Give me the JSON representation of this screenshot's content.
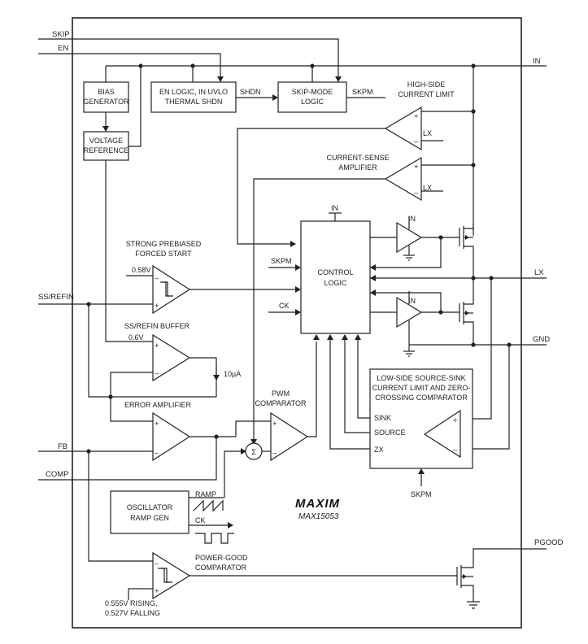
{
  "pins": {
    "skip": "SKIP",
    "en": "EN",
    "in": "IN",
    "ss_refin": "SS/REFIN",
    "lx": "LX",
    "gnd": "GND",
    "fb": "FB",
    "comp": "COMP",
    "pgood": "PGOOD"
  },
  "blocks": {
    "bias": [
      "BIAS",
      "GENERATOR"
    ],
    "vref": [
      "VOLTAGE",
      "REFERENCE"
    ],
    "en_logic": [
      "EN LOGIC, IN UVLO",
      "THERMAL SHDN"
    ],
    "skip_mode": [
      "SKIP-MODE",
      "LOGIC"
    ],
    "control": [
      "CONTROL",
      "LOGIC"
    ],
    "oscillator": [
      "OSCILLATOR",
      "RAMP GEN"
    ],
    "low_side": [
      "LOW-SIDE SOURCE-SINK",
      "CURRENT LIMIT AND ZERO-",
      "CROSSING COMPARATOR"
    ]
  },
  "labels": {
    "shdn": "SHDN",
    "skpm_out": "SKPM",
    "high_side": [
      "HIGH-SIDE",
      "CURRENT LIMIT"
    ],
    "lx_a": "LX",
    "current_sense": [
      "CURRENT-SENSE",
      "AMPLIFIER"
    ],
    "lx_b": "LX",
    "ctrl_in": "IN",
    "drv_in_a": "IN",
    "drv_in_b": "IN",
    "prebias": [
      "STRONG PREBIASED",
      "FORCED START"
    ],
    "v058": "0.58V",
    "skpm_ctrl": "SKPM",
    "ck_ctrl": "CK",
    "ss_buffer": "SS/REFIN BUFFER",
    "v06": "0.6V",
    "i10": "10µA",
    "error_amp": "ERROR AMPLIFIER",
    "pwm": [
      "PWM",
      "COMPARATOR"
    ],
    "sink": "SINK",
    "source": "SOURCE",
    "zx": "ZX",
    "skpm_bottom": "SKPM",
    "ramp": "RAMP",
    "ck_osc": "CK",
    "pgood_comp": [
      "POWER-GOOD",
      "COMPARATOR"
    ],
    "pg_thresholds": [
      "0.555V RISING,",
      "0.527V FALLING"
    ],
    "sigma": "Σ",
    "plus": "+",
    "minus": "–"
  },
  "brand": {
    "logo": "MAXIM",
    "part": "MAX15053"
  }
}
